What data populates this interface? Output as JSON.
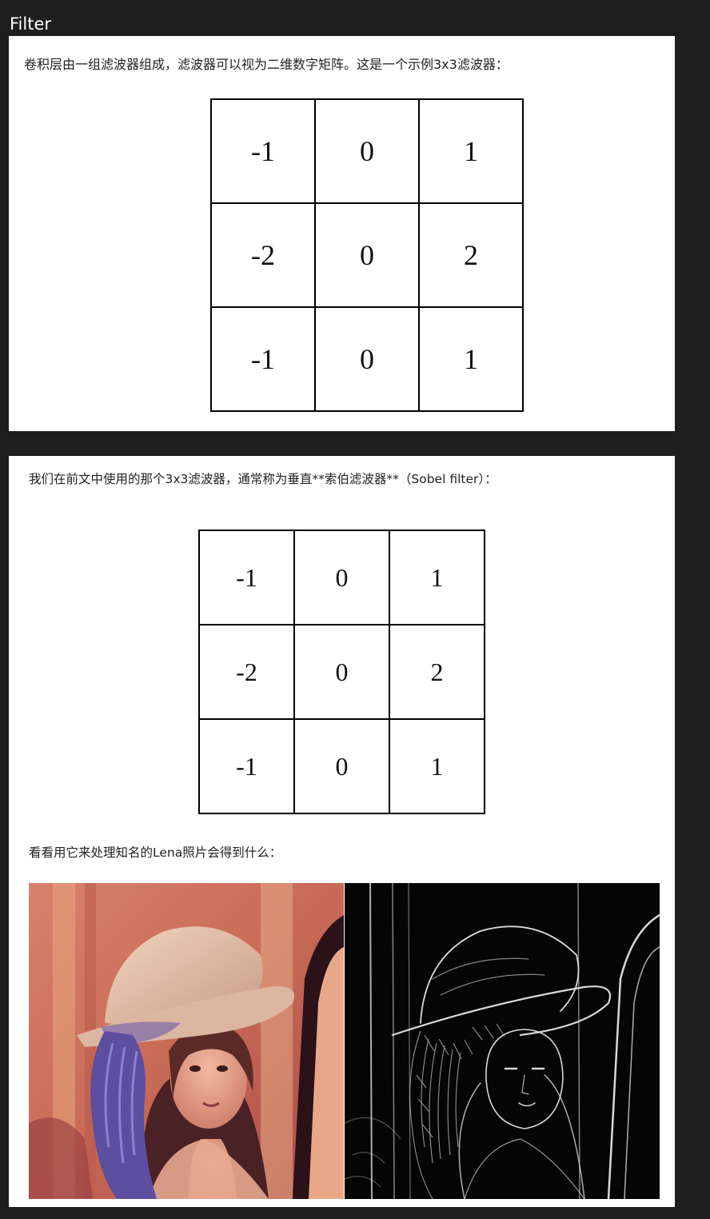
{
  "header": {
    "title": "Filter"
  },
  "section1": {
    "intro": "卷积层由一组滤波器组成，滤波器可以视为二维数字矩阵。这是一个示例3x3滤波器：",
    "matrix": [
      [
        "-1",
        "0",
        "1"
      ],
      [
        "-2",
        "0",
        "2"
      ],
      [
        "-1",
        "0",
        "1"
      ]
    ]
  },
  "section2": {
    "intro": "我们在前文中使用的那个3x3滤波器，通常称为垂直**索伯滤波器**（Sobel filter）：",
    "matrix": [
      [
        "-1",
        "0",
        "1"
      ],
      [
        "-2",
        "0",
        "2"
      ],
      [
        "-1",
        "0",
        "1"
      ]
    ],
    "lena_intro": "看看用它来处理知名的Lena照片会得到什么："
  }
}
